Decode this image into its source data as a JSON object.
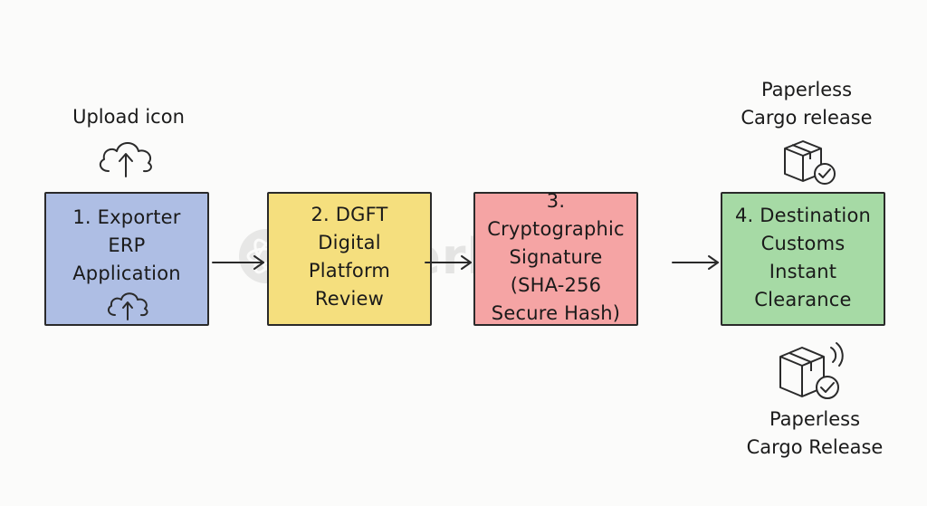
{
  "steps": [
    {
      "label": "1. Exporter\nERP\nApplication",
      "color": "#aebee4"
    },
    {
      "label": "2. DGFT\nDigital\nPlatform\nReview",
      "color": "#f5df7e"
    },
    {
      "label": "3. Cryptographic\nSignature\n(SHA-256\nSecure Hash)",
      "color": "#f5a4a4"
    },
    {
      "label": "4. Destination\nCustoms\nInstant\nClearance",
      "color": "#a6daa5"
    }
  ],
  "annotations": {
    "upload": "Upload icon",
    "paperless_top": "Paperless\nCargo release",
    "paperless_bottom": "Paperless\nCargo Release"
  },
  "watermark": "superkalam",
  "icons": [
    "upload-cloud-icon",
    "upload-cloud-icon",
    "package-check-icon",
    "package-check-signal-icon"
  ]
}
